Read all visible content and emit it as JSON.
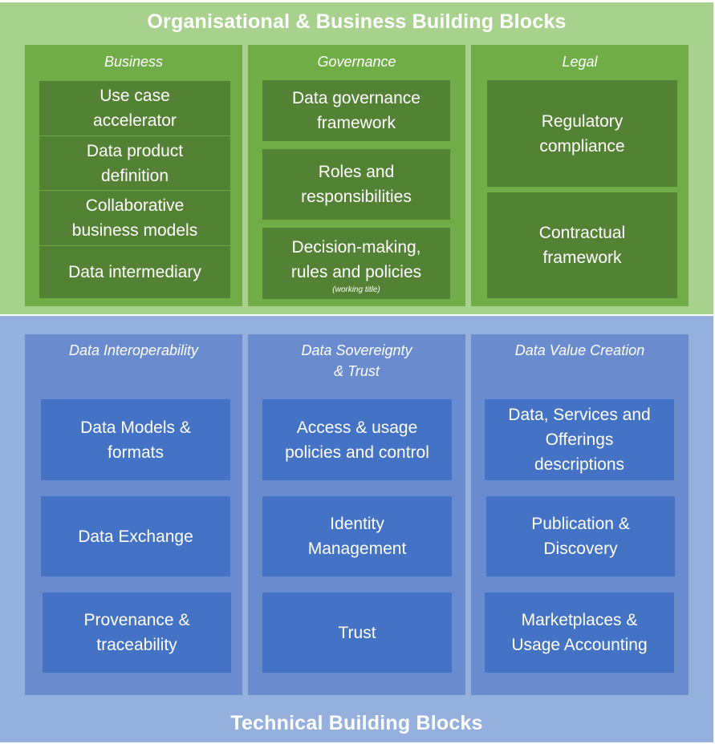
{
  "organisational": {
    "title": "Organisational & Business Building Blocks",
    "color": "#a9d18e",
    "column_color": "#70ad47",
    "box_color": "#548235",
    "columns": [
      {
        "title": "Business",
        "blocks": [
          {
            "label": "Use case\naccelerator"
          },
          {
            "label": "Data product\ndefinition"
          },
          {
            "label": "Collaborative\nbusiness models"
          },
          {
            "label": "Data intermediary"
          }
        ]
      },
      {
        "title": "Governance",
        "blocks": [
          {
            "label": "Data governance\nframework"
          },
          {
            "label": "Roles and\nresponsibilities"
          },
          {
            "label": "Decision-making,\nrules and policies",
            "note": "(working title)"
          }
        ]
      },
      {
        "title": "Legal",
        "blocks": [
          {
            "label": "Regulatory\ncompliance"
          },
          {
            "label": "Contractual\nframework"
          }
        ]
      }
    ]
  },
  "technical": {
    "title": "Technical Building Blocks",
    "color": "#95b0dd",
    "column_color": "#6a8ccf",
    "box_color": "#4472c4",
    "columns": [
      {
        "title": "Data Interoperability",
        "blocks": [
          {
            "label": "Data Models &\nformats"
          },
          {
            "label": "Data Exchange"
          },
          {
            "label": "Provenance &\ntraceability"
          }
        ]
      },
      {
        "title": "Data Sovereignty\n& Trust",
        "blocks": [
          {
            "label": "Access & usage\npolicies and control"
          },
          {
            "label": "Identity\nManagement"
          },
          {
            "label": "Trust"
          }
        ]
      },
      {
        "title": "Data Value Creation",
        "blocks": [
          {
            "label": "Data, Services and\nOfferings\ndescriptions"
          },
          {
            "label": "Publication &\nDiscovery"
          },
          {
            "label": "Marketplaces &\nUsage Accounting"
          }
        ]
      }
    ]
  }
}
